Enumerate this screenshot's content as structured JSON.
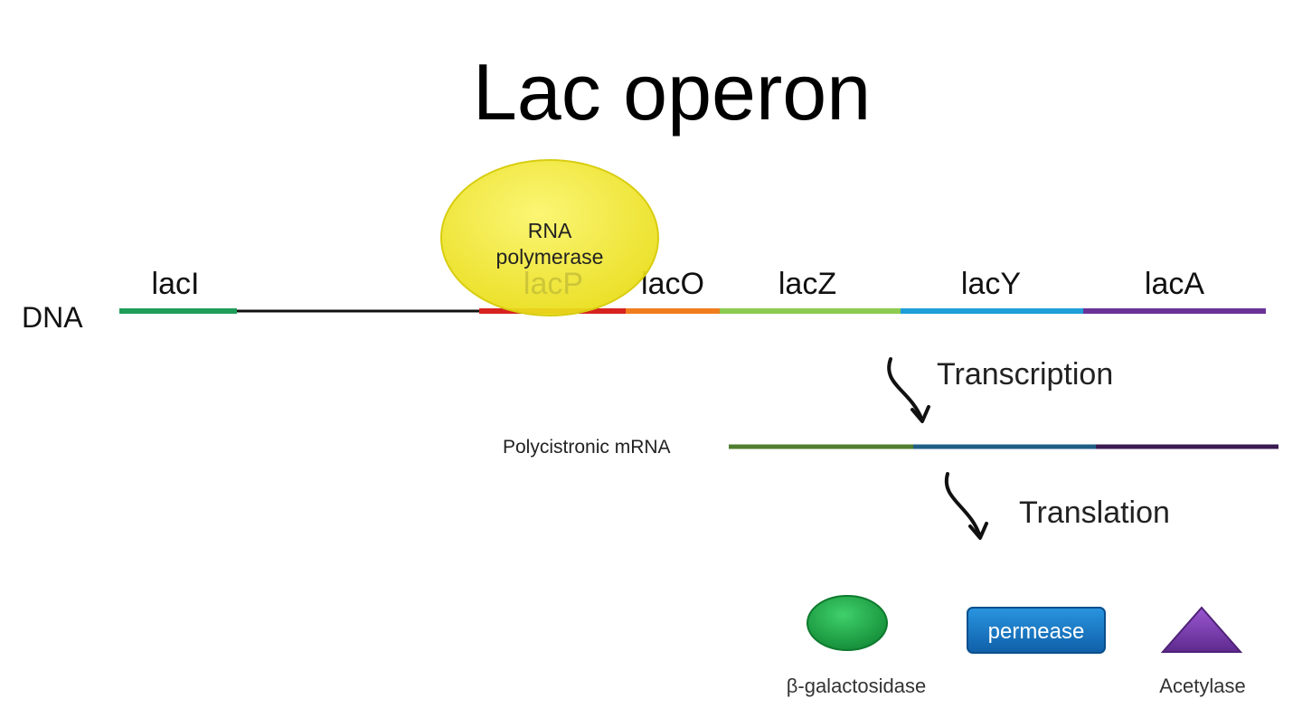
{
  "title": "Lac operon",
  "dna": {
    "label": "DNA",
    "genes": [
      {
        "id": "laci",
        "label": "lacI",
        "color": "#1f9e5a"
      },
      {
        "id": "lacp",
        "label": "lacP",
        "color": "#d6231f"
      },
      {
        "id": "laco",
        "label": "lacO",
        "color": "#f07d1e"
      },
      {
        "id": "lacz",
        "label": "lacZ",
        "color": "#8ccb4f"
      },
      {
        "id": "lacy",
        "label": "lacY",
        "color": "#1e9fd8"
      },
      {
        "id": "laca",
        "label": "lacA",
        "color": "#6a3296"
      }
    ],
    "spacer_color": "#111111"
  },
  "rna_polymerase": {
    "line1": "RNA",
    "line2": "polymerase",
    "color": "#f2ea2a"
  },
  "transcription": {
    "label": "Transcription"
  },
  "mrna": {
    "label": "Polycistronic mRNA",
    "colors": [
      "#4f7d2e",
      "#1f5e84",
      "#3a1a52"
    ]
  },
  "translation": {
    "label": "Translation"
  },
  "proteins": [
    {
      "id": "beta-gal",
      "label": "β-galactosidase",
      "color": "#21b04a"
    },
    {
      "id": "permease",
      "label": "permease",
      "color": "#1679c8"
    },
    {
      "id": "acetylase",
      "label": "Acetylase",
      "color": "#7a3bb0"
    }
  ]
}
